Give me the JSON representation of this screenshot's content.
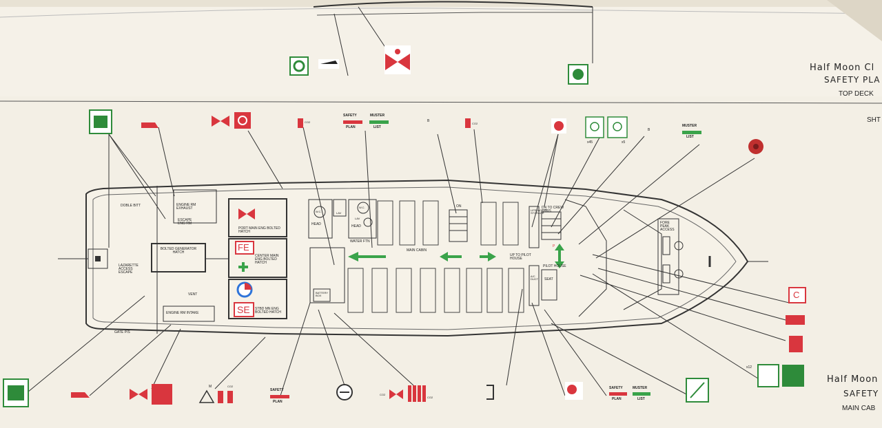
{
  "title_top": {
    "name": "Half Moon Cl",
    "plan": "SAFETY PLA",
    "deck": "TOP DECK"
  },
  "title_main": {
    "name": "Half Moon",
    "plan": "SAFETY",
    "deck": "MAIN CAB"
  },
  "sheet_label": "SHT",
  "labels": {
    "double_bitt": "DOBLE BITT",
    "engine_rm_exhaust": "ENGINE RM EXHAUST",
    "escape_eng_rm": "ESCAPE ENG RM",
    "bolted_generator_hatch": "BOLTED GENERATOR HATCH",
    "lazarette_access_escape": "LAZARETTE ACCESS ESCAPE",
    "vent": "VENT",
    "engine_rm_intake": "ENGINE RM INTAKE",
    "gate_ps": "GATE P/S",
    "port_main_eng_hatch": "PORT MAIN ENG BOLTED HATCH",
    "center_main_eng_hatch": "CENTER MAIN ENG BOLTED HATCH",
    "stbd_mn_eng_hatch": "STBD MN ENG BOLTED HATCH",
    "fe": "FE",
    "se": "SE",
    "head": "HEAD",
    "wc": "W.C.",
    "lav": "LAV",
    "water_ftn": "WATER FTN",
    "battery_box": "BATTERY BOX",
    "main_cabin": "MAIN CABIN",
    "up_to_pilot_house": "UP TO PILOT HOUSE",
    "dn_to_crew_qtrs": "DN TO CREW QTRS",
    "lifejacket_storage": "LIFEJACKET STORAGE",
    "ac_duct": "A/C DUCT",
    "seat": "SEAT",
    "pilot_house": "PILOT HOUSE",
    "fore_peak_access": "FORE PEAK ACCESS",
    "on": "ON",
    "co2": "CO2",
    "x45": "x45",
    "x5": "x5",
    "x12": "x12",
    "safety": "SAFETY",
    "plan": "PLAN",
    "muster": "MUSTER",
    "list": "LIST",
    "c": "C",
    "m": "M",
    "b": "B",
    "p": "P"
  },
  "colors": {
    "paper": "#f3eee3",
    "line": "#3a3a3a",
    "red": "#d9363e",
    "green": "#2e8b3a",
    "green_light": "#7cc576"
  },
  "icons": [
    "fire-extinguisher-icon",
    "fire-hose-icon",
    "fire-valve-icon",
    "co2-cylinder-icon",
    "emergency-stop-icon",
    "life-ring-icon",
    "life-jacket-icon",
    "fire-alarm-icon",
    "ventilation-shutoff-icon",
    "fire-damper-icon",
    "muster-list-icon",
    "safety-plan-icon",
    "first-aid-icon",
    "hatch-escape-icon",
    "fuel-shutoff-icon"
  ]
}
